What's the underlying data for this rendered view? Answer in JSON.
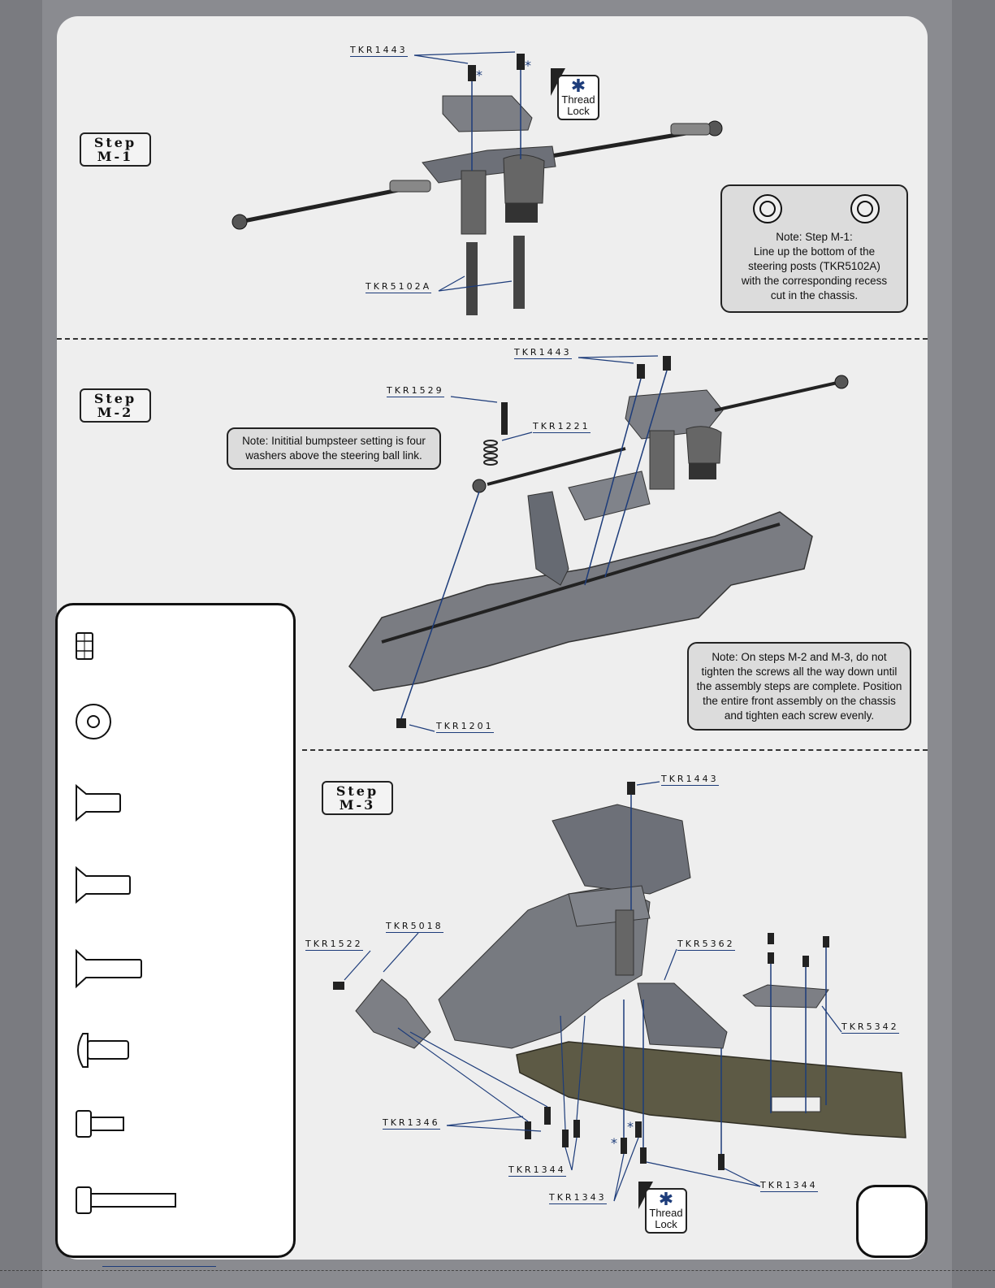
{
  "steps": {
    "m1": {
      "word": "Step",
      "num": "M-1"
    },
    "m2": {
      "word": "Step",
      "num": "M-2"
    },
    "m3": {
      "word": "Step",
      "num": "M-3"
    }
  },
  "thread_lock": {
    "line1": "Thread",
    "line2": "Lock",
    "icon": "asterisk-icon"
  },
  "labels": {
    "m1_top": "TKR1443",
    "m1_post": "TKR5102A",
    "m2_top": "TKR1443",
    "m2_screw": "TKR1529",
    "m2_washer": "TKR1221",
    "m2_nut": "TKR1201",
    "m3_top": "TKR1443",
    "m3_5018": "TKR5018",
    "m3_1522": "TKR1522",
    "m3_5362": "TKR5362",
    "m3_5342": "TKR5342",
    "m3_1346": "TKR1346",
    "m3_1344a": "TKR1344",
    "m3_1343": "TKR1343",
    "m3_1344b": "TKR1344"
  },
  "notes": {
    "m1": [
      "Note: Step M-1:",
      "Line up the bottom of the",
      "steering posts (TKR5102A)",
      "with the corresponding recess",
      "cut in the chassis."
    ],
    "bumpsteer": [
      "Note: Inititial bumpsteer setting is four",
      "washers above the steering ball link."
    ],
    "m2m3": [
      "Note: On steps M-2 and M-3, do not",
      "tighten the screws all the way down until",
      "the assembly steps are complete. Position",
      "the entire front assembly on the chassis",
      "and tighten each screw evenly."
    ]
  },
  "hardware_icons": [
    "lock-nut-icon",
    "washer-icon",
    "flat-head-screw-short-icon",
    "flat-head-screw-medium-icon",
    "flat-head-screw-long-icon",
    "button-head-screw-icon",
    "cap-screw-short-icon",
    "cap-screw-long-icon"
  ],
  "colors": {
    "accent": "#1d3c7a",
    "panel": "#eeeeee",
    "frame": "#7a7b80"
  }
}
